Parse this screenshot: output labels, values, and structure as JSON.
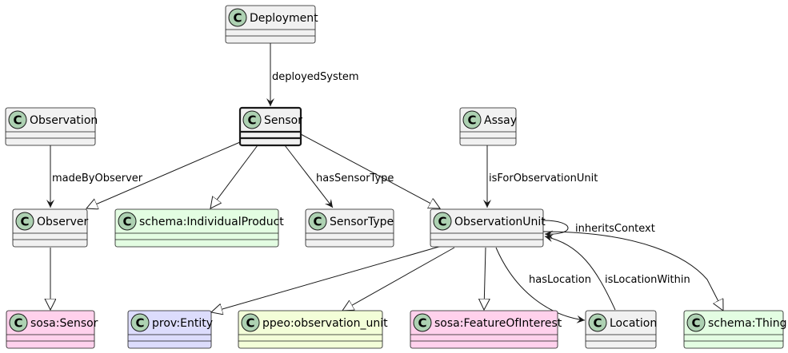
{
  "classes": {
    "deployment": "Deployment",
    "observation": "Observation",
    "sensor": "Sensor",
    "assay": "Assay",
    "observer": "Observer",
    "individual_product": "schema:IndividualProduct",
    "sensor_type": "SensorType",
    "observation_unit": "ObservationUnit",
    "sosa_sensor": "sosa:Sensor",
    "prov_entity": "prov:Entity",
    "ppeo_observation_unit": "ppeo:observation_unit",
    "feature_of_interest": "sosa:FeatureOfInterest",
    "location": "Location",
    "schema_thing": "schema:Thing"
  },
  "relations": {
    "deployed_system": "deployedSystem",
    "made_by_observer": "madeByObserver",
    "has_sensor_type": "hasSensorType",
    "is_for_observation_unit": "isForObservationUnit",
    "inherits_context": "inheritsContext",
    "has_location": "hasLocation",
    "is_location_within": "isLocationWithin"
  },
  "badge_letter": "C",
  "colors": {
    "default_fill": "#f1f1f1",
    "badge_fill": "#add1b2",
    "schema_fill": "#e3fde2",
    "sosa_fill": "#ffd1ec",
    "prov_fill": "#dcdcfc",
    "ppeo_fill": "#f3fed8",
    "border": "#181818"
  }
}
